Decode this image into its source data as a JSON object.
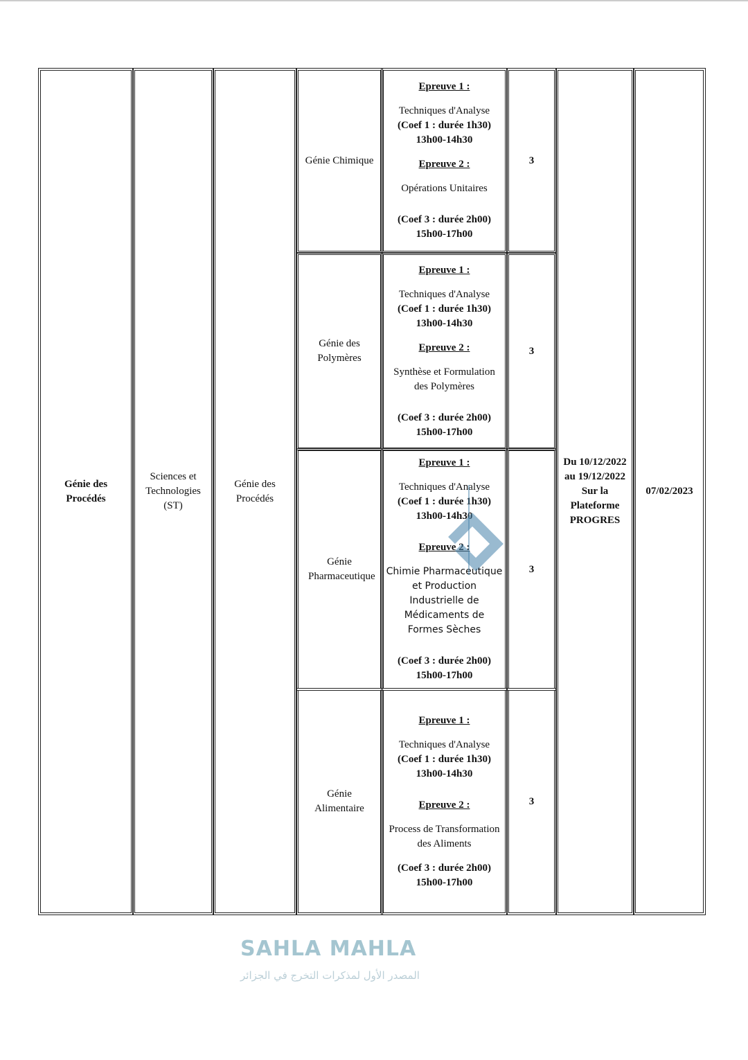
{
  "domaine": "Génie des Procédés",
  "filiere_domaine": "Sciences et Technologies (ST)",
  "filiere": "Génie des Procédés",
  "periode": [
    "Du 10/12/2022",
    "au 19/12/2022",
    "Sur la",
    "Plateforme",
    "PROGRES"
  ],
  "date": "07/02/2023",
  "specialites": [
    {
      "name": "Génie Chimique",
      "places": "3",
      "e1_label": "Epreuve 1 :",
      "e1_title": "Techniques d'Analyse",
      "e1_coef": "(Coef 1 : durée 1h30)",
      "e1_time": "13h00-14h30",
      "e2_label": "Epreuve 2 :",
      "e2_title": "Opérations Unitaires",
      "e2_coef": "(Coef 3 : durée 2h00)",
      "e2_time": "15h00-17h00"
    },
    {
      "name": "Génie des Polymères",
      "places": "3",
      "e1_label": "Epreuve 1 :",
      "e1_title": "Techniques d'Analyse",
      "e1_coef": "(Coef 1 : durée 1h30)",
      "e1_time": "13h00-14h30",
      "e2_label": "Epreuve 2 :",
      "e2_title": "Synthèse et Formulation des Polymères",
      "e2_coef": "(Coef 3 : durée 2h00)",
      "e2_time": "15h00-17h00"
    },
    {
      "name": "Génie Pharmaceutique",
      "places": "3",
      "e1_label": "Epreuve 1 :",
      "e1_title": "Techniques d'Analyse",
      "e1_coef": "(Coef 1 : durée 1h30)",
      "e1_time": "13h00-14h30",
      "e2_label": "Epreuve 2 :",
      "e2_title": "Chimie Pharmaceutique et Production Industrielle de Médicaments de Formes Sèches",
      "e2_coef": "(Coef 3 : durée 2h00)",
      "e2_time": "15h00-17h00"
    },
    {
      "name": "Génie Alimentaire",
      "places": "3",
      "e1_label": "Epreuve 1 :",
      "e1_title": "Techniques d'Analyse",
      "e1_coef": "(Coef 1 : durée 1h30)",
      "e1_time": "13h00-14h30",
      "e2_label": "Epreuve 2 :",
      "e2_title": "Process de Transformation des Aliments",
      "e2_coef": "(Coef 3 : durée 2h00)",
      "e2_time": "15h00-17h00"
    }
  ],
  "watermark": {
    "title": "SAHLA MAHLA",
    "subtitle": "المصدر الأول لمذكرات التخرج في الجزائر"
  }
}
